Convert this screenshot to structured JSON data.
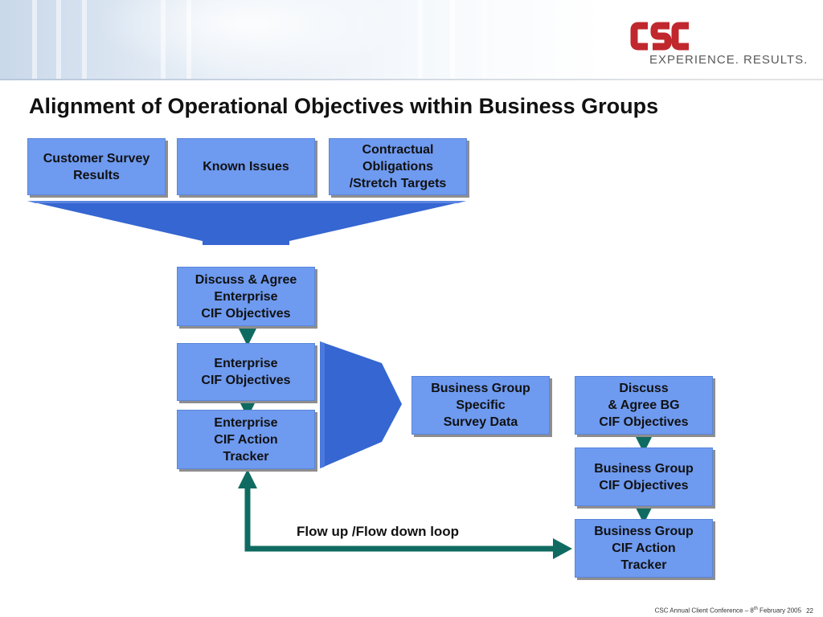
{
  "header": {
    "logo_text": "CSC",
    "tagline": "EXPERIENCE. RESULTS."
  },
  "title": "Alignment of Operational Objectives within Business Groups",
  "inputs": {
    "customer_survey": "Customer Survey\nResults",
    "known_issues": "Known Issues",
    "contractual": "Contractual\nObligations\n/Stretch Targets"
  },
  "enterprise": {
    "discuss": "Discuss & Agree\nEnterprise\nCIF Objectives",
    "objectives": "Enterprise\nCIF Objectives",
    "tracker": "Enterprise\nCIF Action\nTracker"
  },
  "business_group": {
    "survey_data": "Business Group\nSpecific\nSurvey Data",
    "discuss": "Discuss\n& Agree BG\nCIF Objectives",
    "objectives": "Business Group\nCIF Objectives",
    "tracker": "Business Group\nCIF Action\nTracker"
  },
  "loop_label": "Flow up /Flow down loop",
  "footer": {
    "prefix": "CSC Annual Client Conference – 8",
    "suffix": "th",
    "rest": " February 2005",
    "page": "22"
  },
  "colors": {
    "box_fill": "#6e9af0",
    "funnel_fill": "#3566d1",
    "connector_teal": "#0f6b62",
    "logo_red": "#c0282d"
  }
}
